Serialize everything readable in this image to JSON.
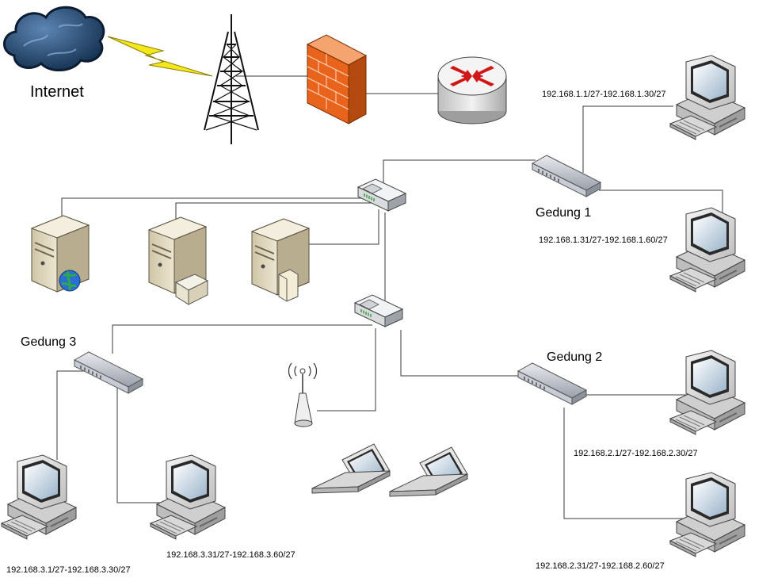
{
  "labels": {
    "internet": "Internet",
    "gedung1": "Gedung 1",
    "gedung2": "Gedung 2",
    "gedung3": "Gedung 3",
    "g1_range_a": "192.168.1.1/27-192.168.1.30/27",
    "g1_range_b": "192.168.1.31/27-192.168.1.60/27",
    "g2_range_a": "192.168.2.1/27-192.168.2.30/27",
    "g2_range_b": "192.168.2.31/27-192.168.2.60/27",
    "g3_range_a": "192.168.3.1/27-192.168.3.30/27",
    "g3_range_b": "192.168.3.31/27-192.168.3.60/27"
  },
  "icons": {
    "cloud": "cloud-icon",
    "lightning": "lightning-icon",
    "tower": "radio-tower-icon",
    "firewall": "firewall-icon",
    "router": "router-icon",
    "switch": "switch-icon",
    "hub": "hub-icon",
    "server": "server-icon",
    "workstation": "workstation-icon",
    "laptop": "laptop-icon",
    "access_point": "wireless-access-point-icon"
  },
  "colors": {
    "cloud": "#1f3f66",
    "lightning": "#f3e81c",
    "firewall": "#e8641c",
    "router_arrows": "#d01818",
    "lines": "#3a3a3a"
  }
}
